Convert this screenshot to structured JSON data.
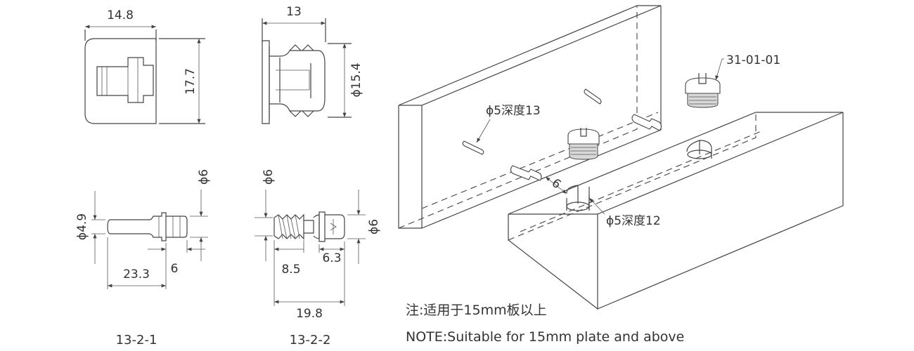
{
  "dimensions": {
    "cap_front_width": "14.8",
    "cap_front_height": "17.7",
    "cap_side_width": "13",
    "cap_side_height": "ϕ15.4",
    "pin_diameter": "ϕ4.9",
    "pin_head_diameter": "ϕ6",
    "pin_length": "23.3",
    "pin_head_length": "6",
    "screw_left_diameter": "ϕ6",
    "screw_right_diameter": "ϕ6",
    "screw_thread_length": "8.5",
    "screw_head_length": "6.3",
    "screw_total_length": "19.8"
  },
  "part_labels": {
    "pin": "13-2-1",
    "screw": "13-2-2"
  },
  "assembly": {
    "hole_upper": "ϕ5深度13",
    "hole_lower": "ϕ5深度12",
    "offset": "6",
    "fitting_code": "31-01-01"
  },
  "notes": {
    "cn": "注:适用于15mm板以上",
    "en": "NOTE:Suitable for 15mm plate and above"
  }
}
